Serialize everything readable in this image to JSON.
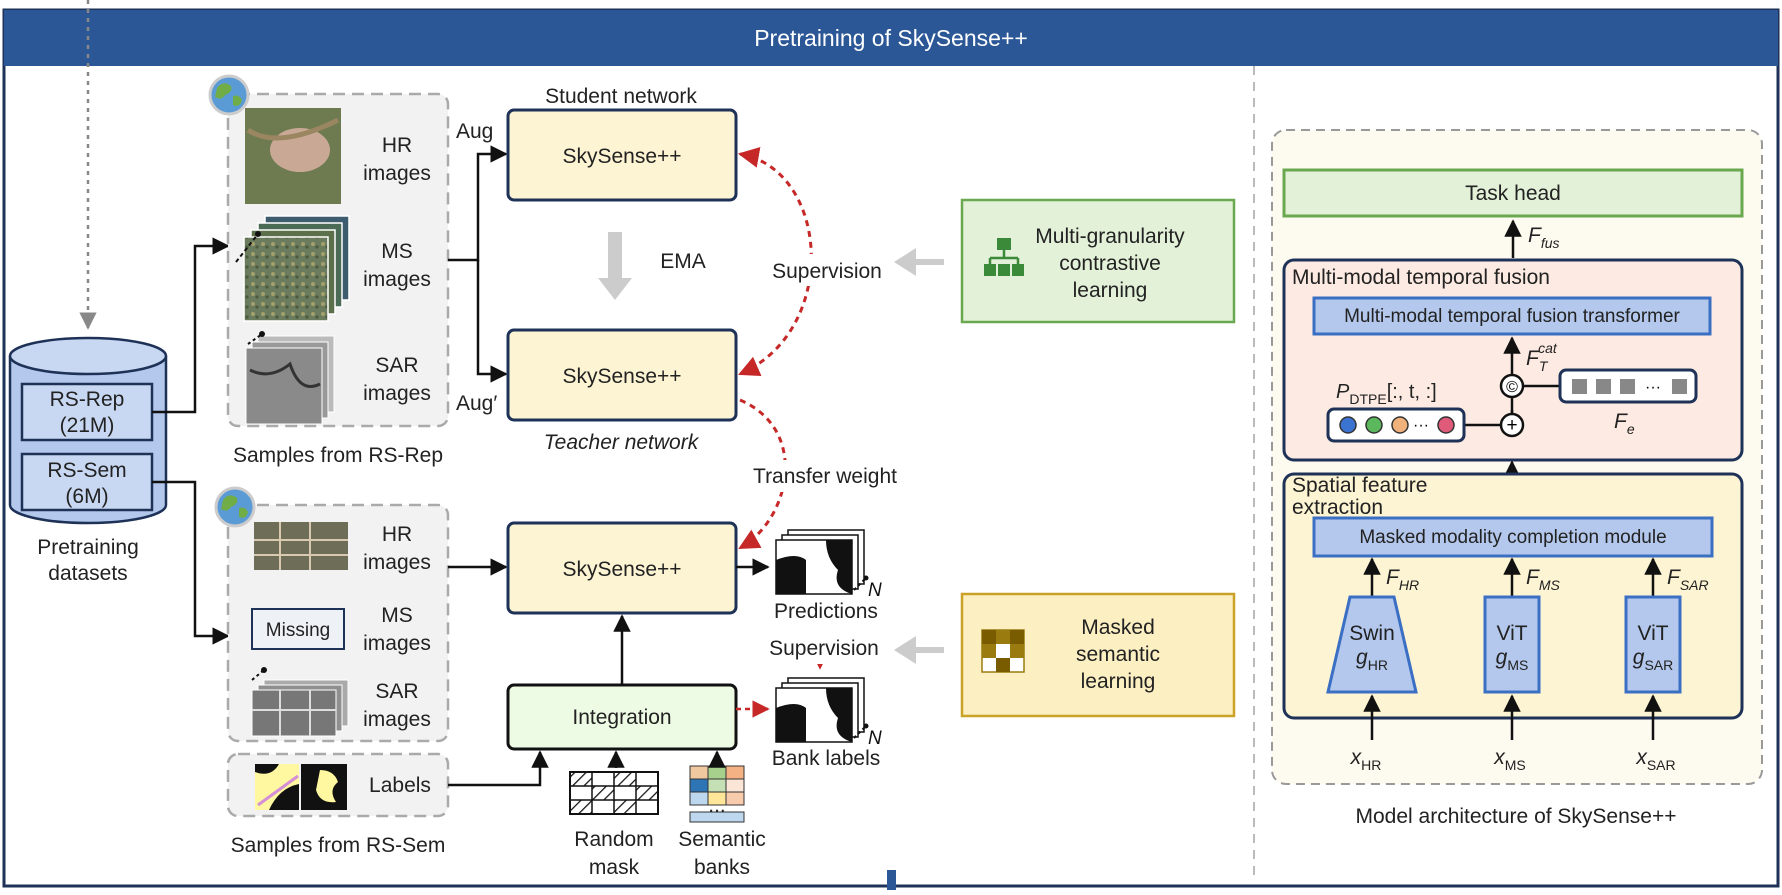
{
  "title": "Pretraining of SkySense++",
  "datasets": {
    "rs_rep_name": "RS-Rep",
    "rs_rep_count": "(21M)",
    "rs_sem_name": "RS-Sem",
    "rs_sem_count": "(6M)",
    "label_line1": "Pretraining",
    "label_line2": "datasets"
  },
  "rep_samples": {
    "caption": "Samples from RS-Rep",
    "hr": [
      "HR",
      "images"
    ],
    "ms": [
      "MS",
      "images"
    ],
    "sar": [
      "SAR",
      "images"
    ]
  },
  "sem_samples": {
    "caption": "Samples from RS-Sem",
    "hr": [
      "HR",
      "images"
    ],
    "ms": [
      "MS",
      "images"
    ],
    "sar": [
      "SAR",
      "images"
    ],
    "missing": "Missing",
    "labels": "Labels"
  },
  "student": {
    "title": "Student network",
    "box": "SkySense++",
    "aug": "Aug"
  },
  "teacher": {
    "title": "Teacher network",
    "box": "SkySense++",
    "aug": "Aug′"
  },
  "ema": "EMA",
  "supervision_top": "Supervision",
  "transfer_weight": "Transfer weight",
  "sem_model": "SkySense++",
  "integration": "Integration",
  "predictions": "Predictions",
  "bank_labels": "Bank labels",
  "supervision_bottom": "Supervision",
  "n_mark": "N",
  "random_mask": [
    "Random",
    "mask"
  ],
  "semantic_banks": [
    "Semantic",
    "banks"
  ],
  "banks_ellipsis": "...",
  "mgcl": [
    "Multi-granularity",
    "contrastive",
    "learning"
  ],
  "msl": [
    "Masked",
    "semantic",
    "learning"
  ],
  "arch": {
    "caption": "Model architecture of SkySense++",
    "task_head": "Task head",
    "fusion_title": "Multi-modal temporal fusion",
    "fusion_transformer": "Multi-modal temporal fusion transformer",
    "spatial_title_1": "Spatial feature",
    "spatial_title_2": "extraction",
    "mmc_module": "Masked modality completion module",
    "f_fus": {
      "base": "F",
      "sub": "fus"
    },
    "f_cat": {
      "base": "F",
      "sub": "T",
      "sup": "cat"
    },
    "f_t": {
      "base": "F",
      "sub": "T"
    },
    "f_e": {
      "base": "F",
      "sub": "e"
    },
    "p_dtpe": {
      "base": "P",
      "sub": "DTPE",
      "rest": "[:, t, :]"
    },
    "concat_symbol": "©",
    "plus_symbol": "+",
    "dots": "···",
    "branches": [
      {
        "enc_name": "Swin",
        "enc_fn": "g",
        "enc_sub": "HR",
        "feat": "F",
        "feat_sub": "HR",
        "input": "x",
        "input_sub": "HR"
      },
      {
        "enc_name": "ViT",
        "enc_fn": "g",
        "enc_sub": "MS",
        "feat": "F",
        "feat_sub": "MS",
        "input": "x",
        "input_sub": "MS"
      },
      {
        "enc_name": "ViT",
        "enc_fn": "g",
        "enc_sub": "SAR",
        "feat": "F",
        "feat_sub": "SAR",
        "input": "x",
        "input_sub": "SAR"
      }
    ],
    "token_colors": [
      "#3b73d1",
      "#5cb85c",
      "#f0b27a",
      "#e05a7a"
    ]
  },
  "colors": {
    "banner": "#2b5797",
    "node_fill": "#fdf4d3",
    "node_border": "#1e3157",
    "green_fill": "#e3f1d9",
    "green_border": "#6aa84f",
    "yellow_fill": "#fcefc2",
    "yellow_border": "#c9a227",
    "arrow_red": "#c62828",
    "blue_fill": "#b3c8ec",
    "blue_border": "#3b6fc4"
  }
}
